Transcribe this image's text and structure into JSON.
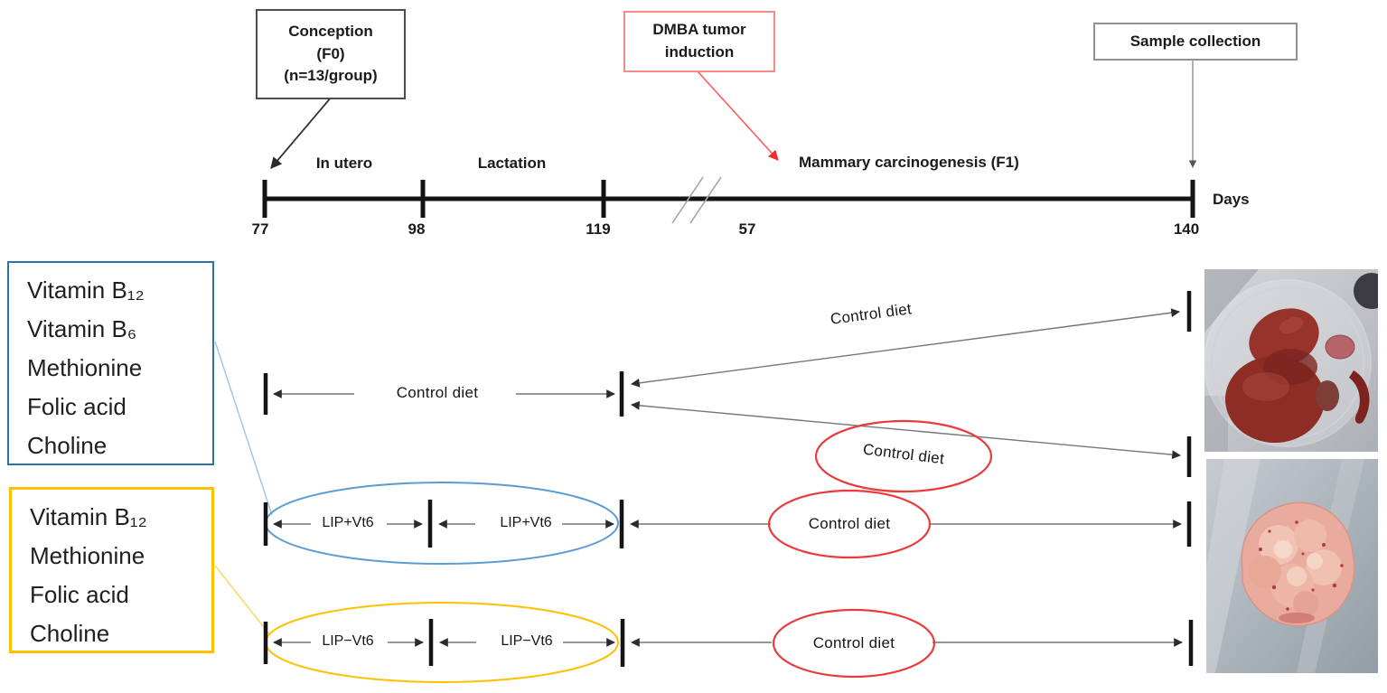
{
  "callouts": {
    "conception": {
      "line1": "Conception",
      "line2": "(F0)",
      "line3": "(n=13/group)"
    },
    "dmba": {
      "line1": "DMBA tumor",
      "line2": "induction"
    },
    "sample_collection": "Sample collection"
  },
  "timeline": {
    "phases": {
      "in_utero": "In utero",
      "lactation": "Lactation",
      "carcinogenesis": "Mammary carcinogenesis (F1)"
    },
    "axis_label": "Days",
    "ticks": {
      "start": "77",
      "birth": "98",
      "weaning": "119",
      "dmba": "57",
      "end": "140"
    }
  },
  "diet_boxes": {
    "full": {
      "items": [
        "Vitamin B₁₂",
        "Vitamin B₆",
        "Methionine",
        "Folic acid",
        "Choline"
      ]
    },
    "reduced": {
      "items": [
        "Vitamin B₁₂",
        "Methionine",
        "Folic acid",
        "Choline"
      ]
    }
  },
  "tracks": {
    "control": {
      "maternal": "Control diet",
      "offspring_upper": "Control diet",
      "offspring_lower": "Control diet"
    },
    "lip_plus_vt6": {
      "in_utero": "LIP+Vt6",
      "lactation": "LIP+Vt6",
      "offspring": "Control diet"
    },
    "lip_minus_vt6": {
      "in_utero": "LIP−Vt6",
      "lactation": "LIP−Vt6",
      "offspring": "Control diet"
    }
  },
  "colors": {
    "accent_teal": "#2E74A0",
    "accent_yellow": "#FFC000",
    "accent_blue": "#5B9BD5",
    "accent_red": "#EA3A3C",
    "dmba_box_border": "#F58A8A"
  }
}
